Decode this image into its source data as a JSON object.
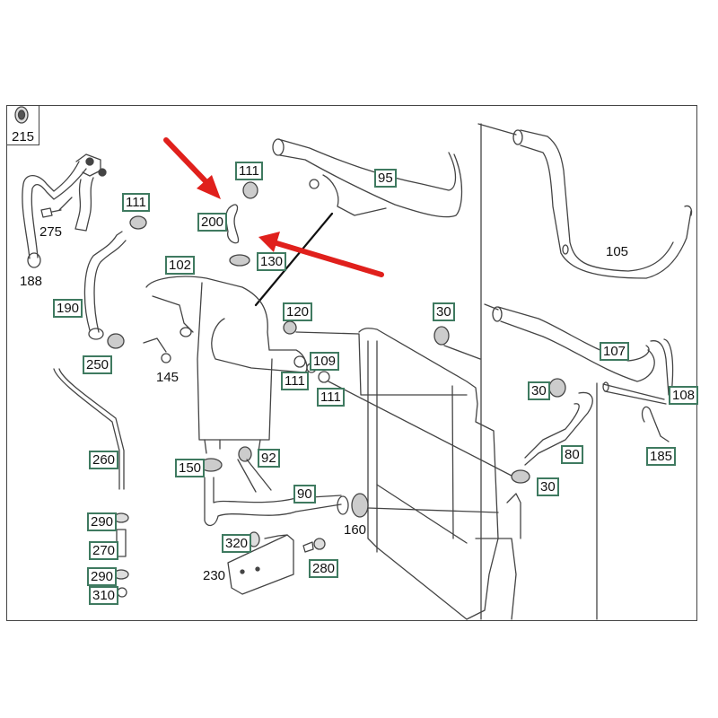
{
  "diagram": {
    "title": "Radiator coolant hoses exploded parts diagram",
    "accent_colors": {
      "label_border": "#3f7a60",
      "arrow": "#e0201c",
      "line": "#333333"
    },
    "kit_item": {
      "label": "215",
      "icon": "seal-ring-icon"
    },
    "labels": [
      {
        "id": "p188",
        "text": "188",
        "boxed": false
      },
      {
        "id": "p275",
        "text": "275",
        "boxed": false
      },
      {
        "id": "p111a",
        "text": "111",
        "boxed": true
      },
      {
        "id": "p111b",
        "text": "111",
        "boxed": true
      },
      {
        "id": "p200",
        "text": "200",
        "boxed": true
      },
      {
        "id": "p130",
        "text": "130",
        "boxed": true
      },
      {
        "id": "p95",
        "text": "95",
        "boxed": true
      },
      {
        "id": "p105",
        "text": "105",
        "boxed": false
      },
      {
        "id": "p102",
        "text": "102",
        "boxed": true
      },
      {
        "id": "p190",
        "text": "190",
        "boxed": true
      },
      {
        "id": "p250",
        "text": "250",
        "boxed": true
      },
      {
        "id": "p145",
        "text": "145",
        "boxed": false
      },
      {
        "id": "p120",
        "text": "120",
        "boxed": true
      },
      {
        "id": "p109",
        "text": "109",
        "boxed": true
      },
      {
        "id": "p111c",
        "text": "111",
        "boxed": true
      },
      {
        "id": "p111d",
        "text": "111",
        "boxed": true
      },
      {
        "id": "p30a",
        "text": "30",
        "boxed": true
      },
      {
        "id": "p107",
        "text": "107",
        "boxed": true
      },
      {
        "id": "p108",
        "text": "108",
        "boxed": true
      },
      {
        "id": "p30b",
        "text": "30",
        "boxed": true
      },
      {
        "id": "p80",
        "text": "80",
        "boxed": true
      },
      {
        "id": "p185",
        "text": "185",
        "boxed": true
      },
      {
        "id": "p30c",
        "text": "30",
        "boxed": true
      },
      {
        "id": "p260",
        "text": "260",
        "boxed": true
      },
      {
        "id": "p150",
        "text": "150",
        "boxed": true
      },
      {
        "id": "p92",
        "text": "92",
        "boxed": true
      },
      {
        "id": "p90",
        "text": "90",
        "boxed": true
      },
      {
        "id": "p160",
        "text": "160",
        "boxed": false
      },
      {
        "id": "p290a",
        "text": "290",
        "boxed": true
      },
      {
        "id": "p270",
        "text": "270",
        "boxed": true
      },
      {
        "id": "p290b",
        "text": "290",
        "boxed": true
      },
      {
        "id": "p310",
        "text": "310",
        "boxed": true
      },
      {
        "id": "p320",
        "text": "320",
        "boxed": true
      },
      {
        "id": "p280",
        "text": "280",
        "boxed": true
      },
      {
        "id": "p230",
        "text": "230",
        "boxed": false
      }
    ],
    "highlights": [
      {
        "name": "red-arrow-upper",
        "points_to": "200"
      },
      {
        "name": "red-arrow-lower",
        "points_to": "200"
      }
    ]
  }
}
